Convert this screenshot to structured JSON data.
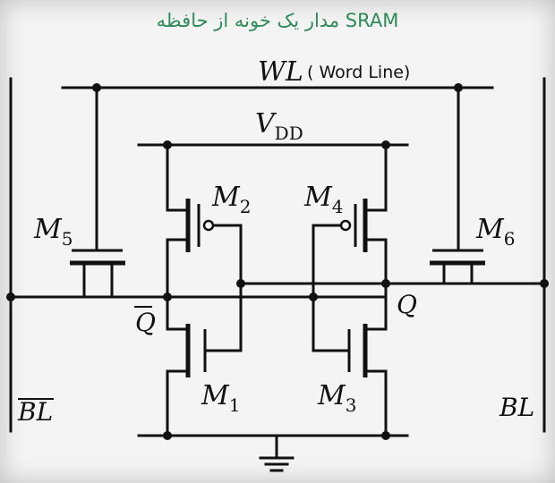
{
  "title": "مدار یک خونه از حافظه SRAM",
  "colors": {
    "title": "#2e8b57",
    "line": "#111111",
    "background": "#f4f4f4"
  },
  "labels": {
    "wl": "WL",
    "wl_desc": "( Word Line)",
    "vdd_main": "V",
    "vdd_sub": "DD",
    "m1_main": "M",
    "m1_sub": "1",
    "m2_main": "M",
    "m2_sub": "2",
    "m3_main": "M",
    "m3_sub": "3",
    "m4_main": "M",
    "m4_sub": "4",
    "m5_main": "M",
    "m5_sub": "5",
    "m6_main": "M",
    "m6_sub": "6",
    "q": "Q",
    "qbar": "Q",
    "bl": "BL",
    "blbar": "BL"
  }
}
